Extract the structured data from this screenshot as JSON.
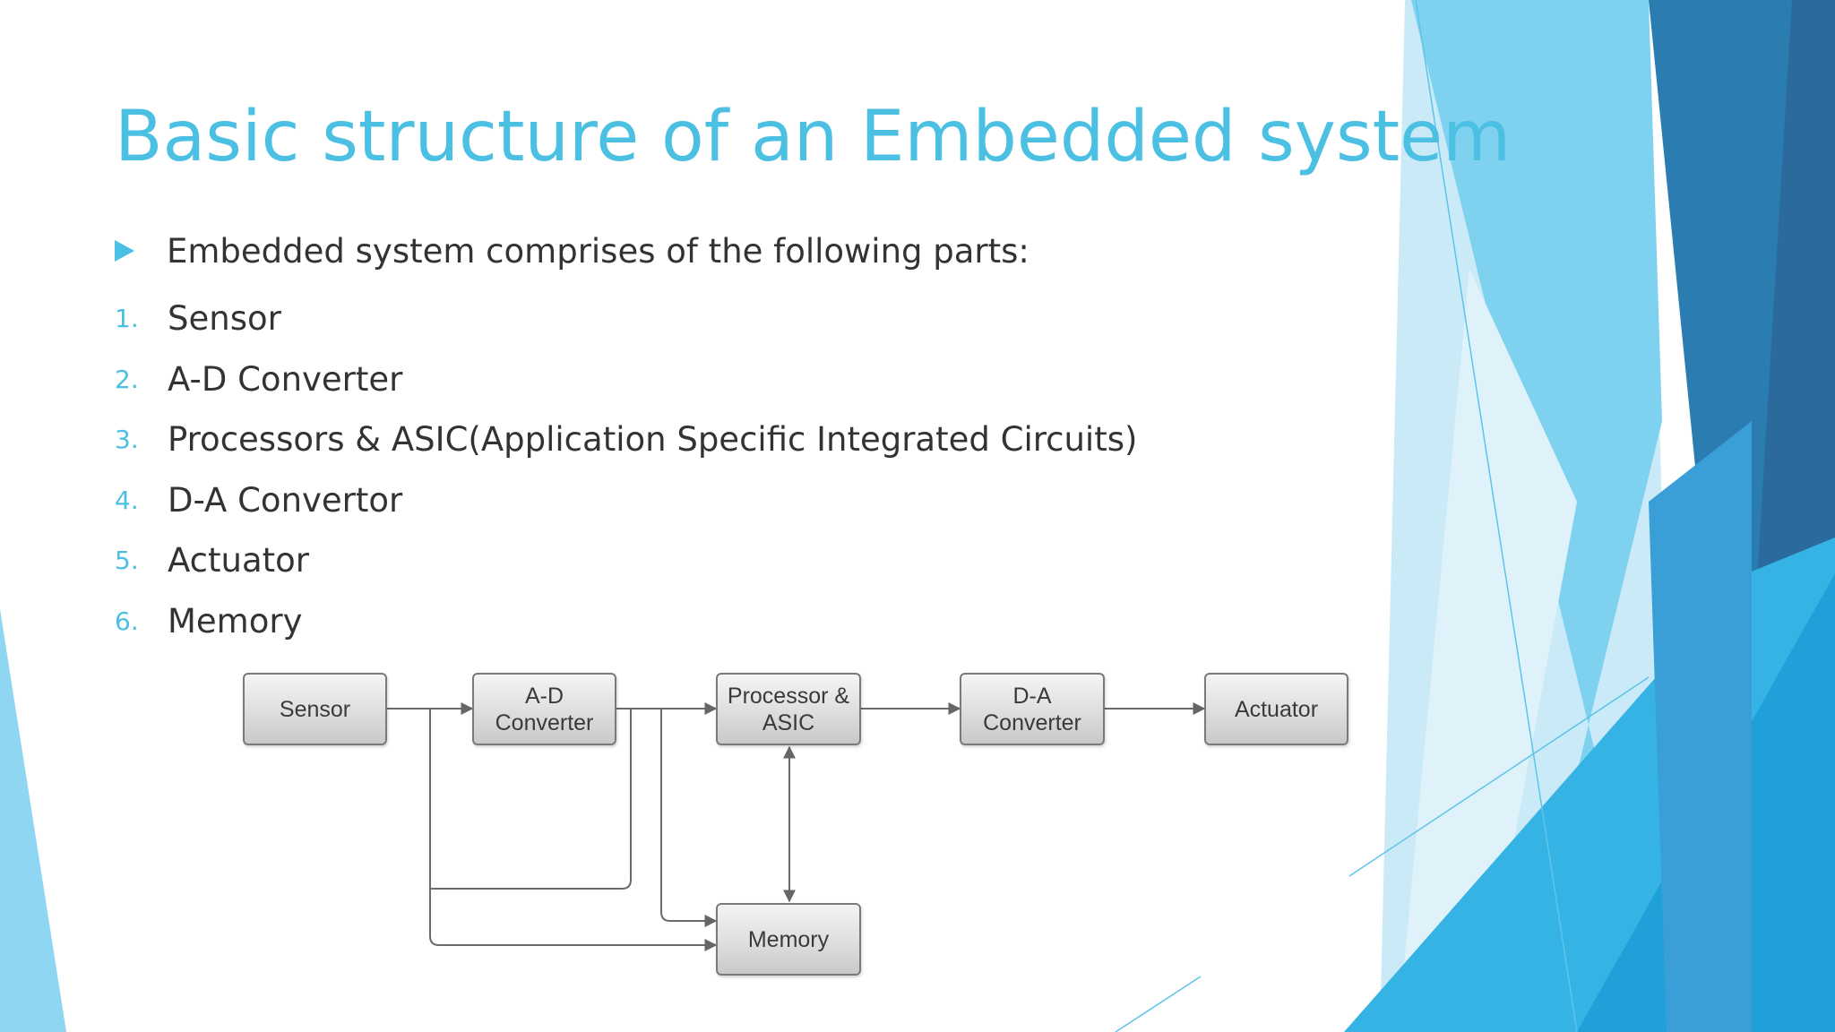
{
  "title": "Basic structure of an Embedded system",
  "intro": "Embedded system comprises of the following parts:",
  "parts": [
    {
      "num": "1.",
      "text": "Sensor"
    },
    {
      "num": "2.",
      "text": "A-D Converter"
    },
    {
      "num": "3.",
      "text": "Processors & ASIC(Application Specific Integrated Circuits)"
    },
    {
      "num": "4.",
      "text": "D-A Convertor"
    },
    {
      "num": "5.",
      "text": "Actuator"
    },
    {
      "num": "6.",
      "text": "Memory"
    }
  ],
  "diagram": {
    "blocks": {
      "sensor": "Sensor",
      "ad_converter": "A-D\nConverter",
      "processor": "Processor &\nASIC",
      "da_converter": "D-A\nConverter",
      "actuator": "Actuator",
      "memory": "Memory"
    },
    "connections": [
      [
        "Sensor",
        "A-D Converter"
      ],
      [
        "A-D Converter",
        "Processor & ASIC"
      ],
      [
        "Processor & ASIC",
        "D-A Converter"
      ],
      [
        "D-A Converter",
        "Actuator"
      ],
      [
        "Processor & ASIC",
        "Memory"
      ],
      [
        "A-D Converter",
        "Memory"
      ],
      [
        "Sensor",
        "Memory"
      ]
    ]
  },
  "colors": {
    "accent": "#4cc0e2",
    "body_text": "#333333",
    "shape_light": "#c6e9f7",
    "shape_sky": "#7fd1f0",
    "shape_mid": "#35b3e5",
    "shape_deep": "#2b7cb0",
    "shape_navy": "#2a6a9c"
  }
}
